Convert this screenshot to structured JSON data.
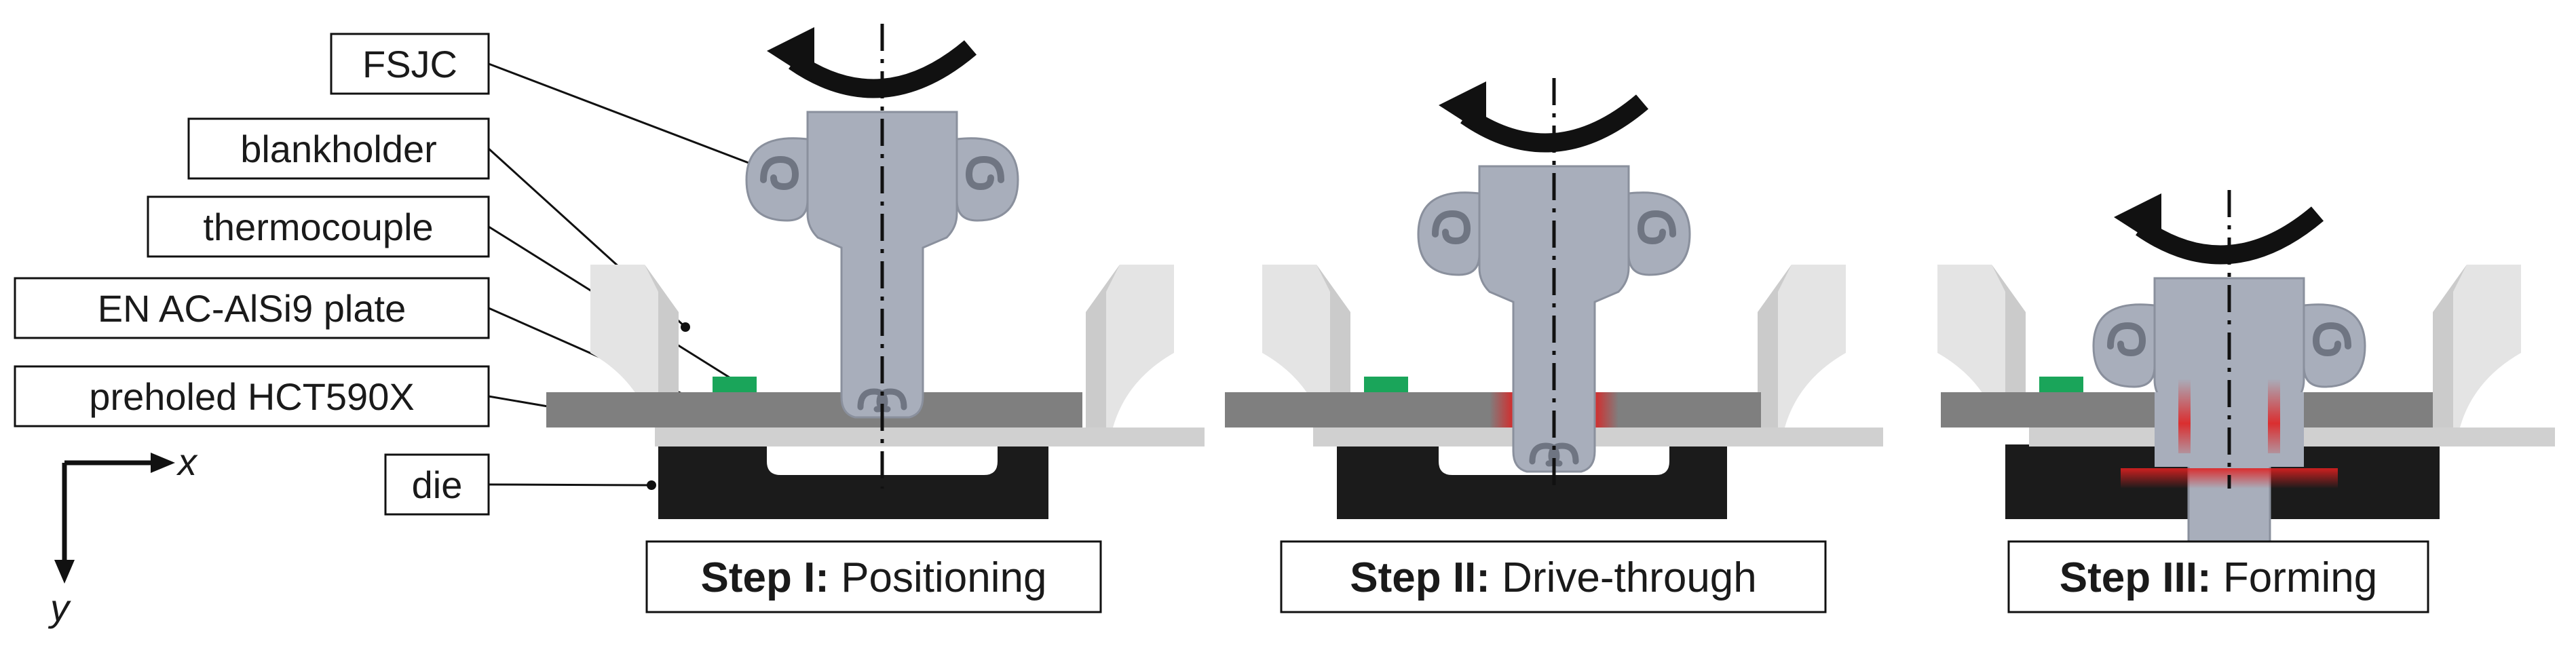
{
  "labels": {
    "fsjc": "FSJC",
    "blankholder": "blankholder",
    "thermocouple": "thermocouple",
    "plate": "EN AC-AlSi9 plate",
    "sheet": "preholed HCT590X",
    "die": "die"
  },
  "axes": {
    "x": "x",
    "y": "y"
  },
  "steps": [
    {
      "bold": "Step I:",
      "text": "Positioning"
    },
    {
      "bold": "Step II:",
      "text": "Drive-through"
    },
    {
      "bold": "Step III:",
      "text": "Forming"
    }
  ],
  "colors": {
    "tool": "#a8aebb",
    "tool_edge": "#8a909d",
    "tool_dark": "#6f7582",
    "plate": "#7f7f7f",
    "sheet": "#d0d0d0",
    "die": "#1b1b1b",
    "blankholder_light": "#e2e2e2",
    "blankholder_mid": "#cacaca",
    "thermocouple": "#1aa55a",
    "heat": "#e02020",
    "arrow": "#111111"
  },
  "icons": {
    "rotation": "curved-rotation-arrow-icon",
    "axis_x": "arrow-right-icon",
    "axis_y": "arrow-down-icon"
  }
}
